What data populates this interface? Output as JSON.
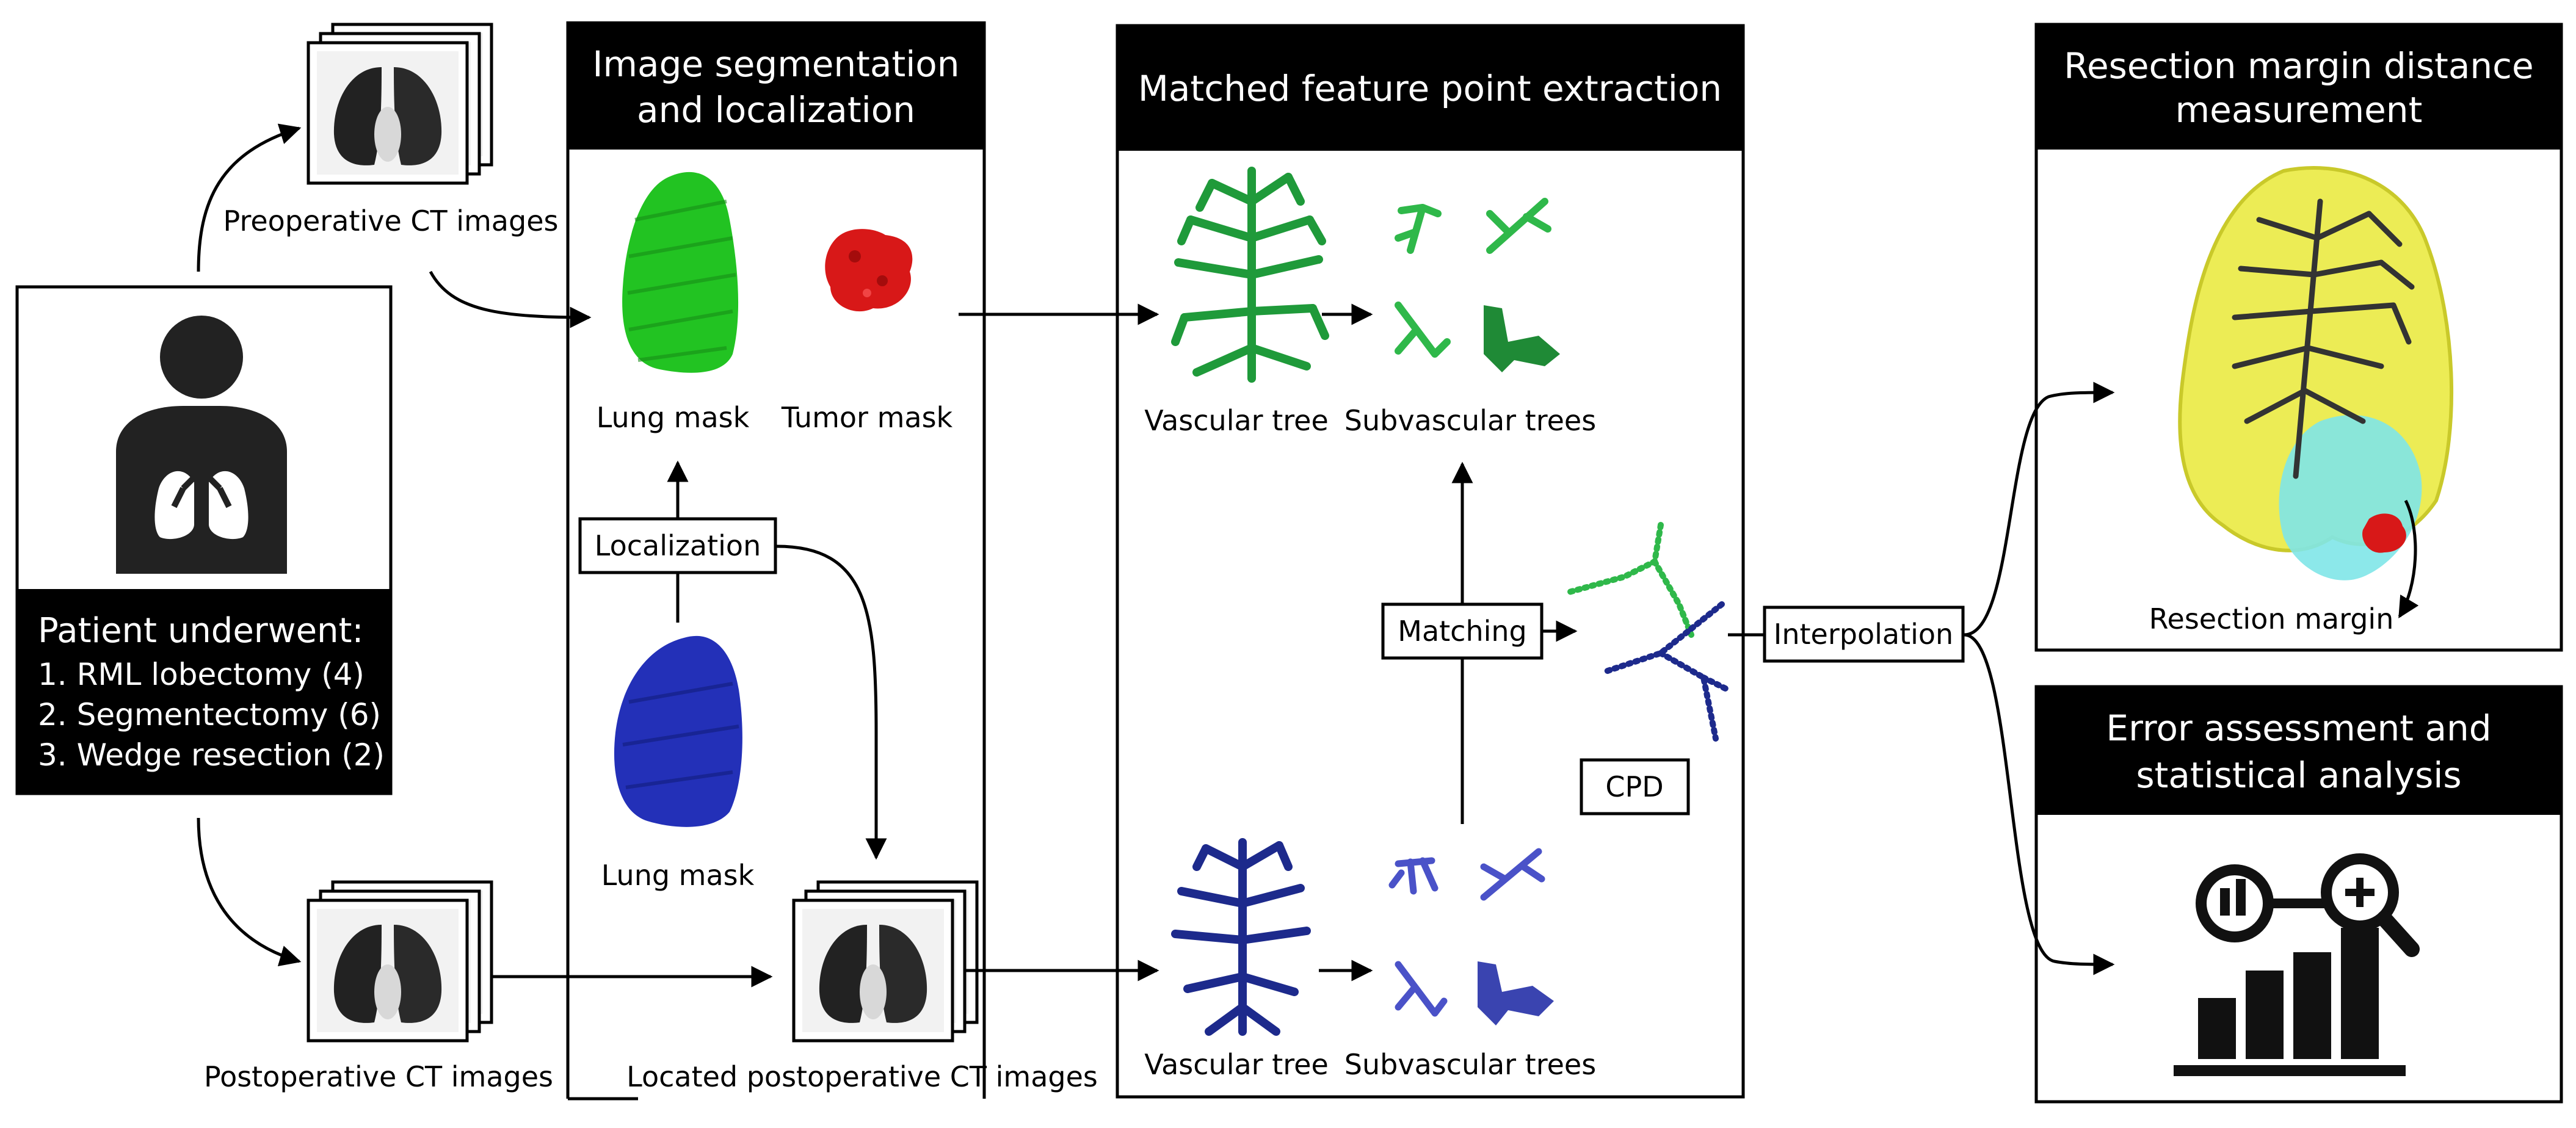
{
  "patient": {
    "heading": "Patient underwent:",
    "items": [
      "1. RML lobectomy (4)",
      "2. Segmentectomy (6)",
      "3. Wedge resection (2)"
    ]
  },
  "ct": {
    "preoperative": "Preoperative CT images",
    "postoperative": "Postoperative CT images",
    "located": "Located postoperative CT images"
  },
  "panels": {
    "segmentation": {
      "title_line1": "Image segmentation",
      "title_line2": "and localization"
    },
    "feature": {
      "title": "Matched feature point extraction"
    },
    "resection": {
      "title_line1": "Resection margin distance",
      "title_line2": "measurement"
    },
    "error": {
      "title_line1": "Error assessment and",
      "title_line2": "statistical analysis"
    }
  },
  "labels": {
    "lung_mask_top": "Lung mask",
    "tumor_mask": "Tumor mask",
    "lung_mask_bottom": "Lung mask",
    "vascular_tree_top": "Vascular tree",
    "subvascular_top": "Subvascular trees",
    "vascular_tree_bottom": "Vascular tree",
    "subvascular_bottom": "Subvascular trees",
    "resection_margin": "Resection margin"
  },
  "boxes": {
    "localization": "Localization",
    "matching": "Matching",
    "cpd": "CPD",
    "interpolation": "Interpolation"
  },
  "colors": {
    "lung_green": "#22c322",
    "tumor_red": "#d81818",
    "lung_blue": "#2330b8",
    "vessel_green": "#1f9a3a",
    "vessel_navy": "#1d2a8c",
    "yellow_lung": "#ecec55",
    "cyan_region": "#7fe6e8"
  }
}
